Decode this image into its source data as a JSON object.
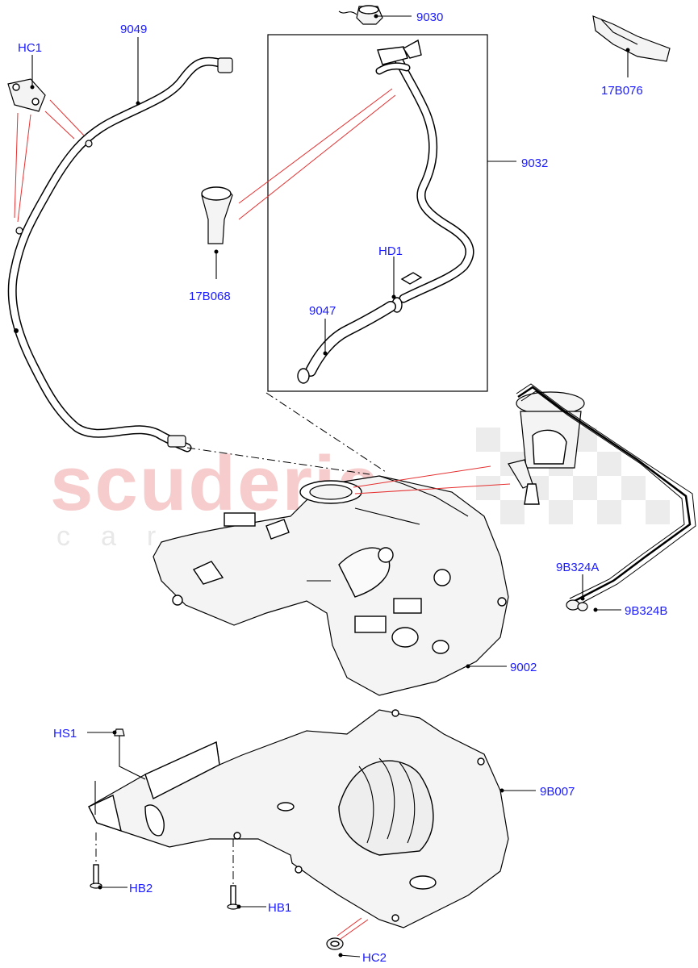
{
  "watermark": {
    "main": "scuderia",
    "sub": "car parts"
  },
  "callouts": {
    "p9049": "9049",
    "hc1": "HC1",
    "p9030": "9030",
    "p17b076": "17B076",
    "p9032": "9032",
    "hd1": "HD1",
    "p17b068": "17B068",
    "p9047": "9047",
    "p9b324a": "9B324A",
    "p9b324b": "9B324B",
    "p9002": "9002",
    "hs1": "HS1",
    "p9b007": "9B007",
    "hb2": "HB2",
    "hb1": "HB1",
    "hc2": "HC2"
  },
  "colors": {
    "label": "#1a1aff",
    "reference_line": "#e53030",
    "watermark": "#f6cccc"
  }
}
